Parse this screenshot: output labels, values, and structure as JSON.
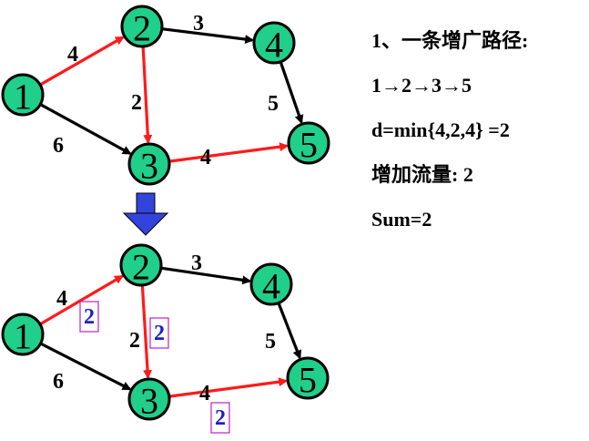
{
  "colors": {
    "node_fill": "#1fcf8a",
    "augmented_edge": "#ff1a1a",
    "normal_edge": "#000000",
    "flow_text": "#2020c0",
    "flow_box": "#c020c0",
    "down_arrow": "#3344dd"
  },
  "info": {
    "line1": "1、一条增广路径:",
    "line2": "1→2→3→5",
    "line3": "d=min{4,2,4} =2",
    "line4": "增加流量: 2",
    "line5": "Sum=2"
  },
  "top_graph": {
    "nodes": [
      "1",
      "2",
      "3",
      "4",
      "5"
    ],
    "edges": [
      {
        "from": "1",
        "to": "2",
        "capacity": "4",
        "augmented": true
      },
      {
        "from": "2",
        "to": "4",
        "capacity": "3",
        "augmented": false
      },
      {
        "from": "2",
        "to": "3",
        "capacity": "2",
        "augmented": true
      },
      {
        "from": "4",
        "to": "5",
        "capacity": "5",
        "augmented": false
      },
      {
        "from": "1",
        "to": "3",
        "capacity": "6",
        "augmented": false
      },
      {
        "from": "3",
        "to": "5",
        "capacity": "4",
        "augmented": true
      }
    ]
  },
  "bottom_graph": {
    "nodes": [
      "1",
      "2",
      "3",
      "4",
      "5"
    ],
    "edges": [
      {
        "from": "1",
        "to": "2",
        "capacity": "4",
        "augmented": true,
        "flow": "2"
      },
      {
        "from": "2",
        "to": "4",
        "capacity": "3",
        "augmented": false
      },
      {
        "from": "2",
        "to": "3",
        "capacity": "2",
        "augmented": true,
        "flow": "2"
      },
      {
        "from": "4",
        "to": "5",
        "capacity": "5",
        "augmented": false
      },
      {
        "from": "1",
        "to": "3",
        "capacity": "6",
        "augmented": false
      },
      {
        "from": "3",
        "to": "5",
        "capacity": "4",
        "augmented": true,
        "flow": "2"
      }
    ]
  }
}
